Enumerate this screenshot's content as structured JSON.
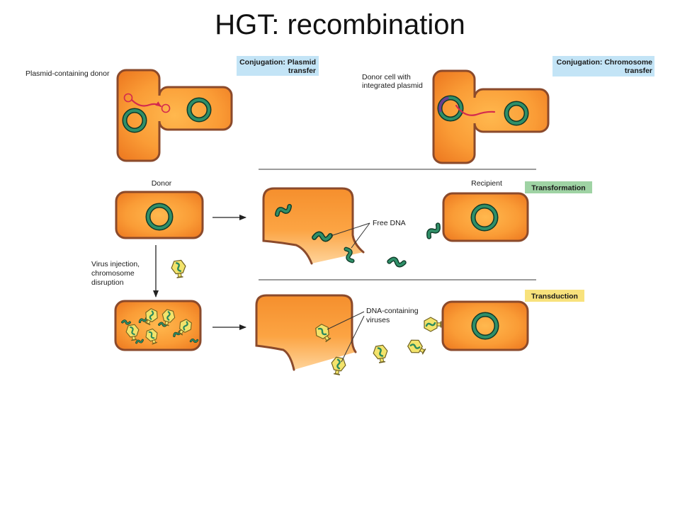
{
  "slide": {
    "title": "HGT: recombination"
  },
  "conjugation_plasmid": {
    "header": [
      "Conjugation: Plasmid",
      "transfer"
    ],
    "donor_label": "Plasmid-containing donor"
  },
  "conjugation_chromosome": {
    "header": [
      "Conjugation: Chromosome",
      "transfer"
    ],
    "donor_label": [
      "Donor cell with",
      "integrated plasmid"
    ]
  },
  "transformation": {
    "header": "Transformation",
    "donor_label": "Donor",
    "recipient_label": "Recipient",
    "free_dna_label": "Free DNA"
  },
  "transduction": {
    "header": "Transduction",
    "step_label": [
      "Virus injection,",
      "chromosome",
      "disruption"
    ],
    "virus_label": [
      "DNA-containing",
      "viruses"
    ]
  },
  "colors": {
    "conjugation_header_bg": "#c3e4f6",
    "transformation_header_bg": "#9fd3a4",
    "transduction_header_bg": "#f8e27c",
    "cell_fill": "#f7962f",
    "cell_border": "#8b4a2b",
    "dna": "#2f8f68",
    "plasmid_transfer": "#d42a4e",
    "virus": "#f3e36b"
  }
}
